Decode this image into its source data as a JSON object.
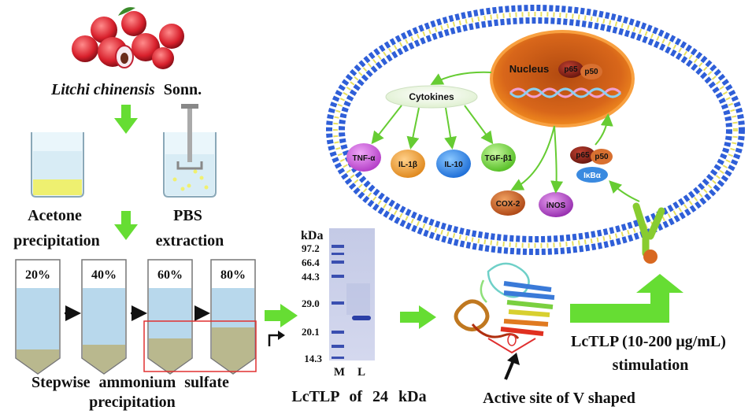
{
  "source": {
    "species": "Litchi chinensis",
    "authority": "Sonn."
  },
  "steps": {
    "acetone": [
      "Acetone",
      "precipitation"
    ],
    "pbs": [
      "PBS",
      "extraction"
    ],
    "ammonium": [
      "Stepwise ammonium sulfate",
      "precipitation"
    ]
  },
  "tubes": [
    "20%",
    "40%",
    "60%",
    "80%"
  ],
  "gel": {
    "unit": "kDa",
    "markers": [
      "97.2",
      "66.4",
      "44.3",
      "29.0",
      "20.1",
      "14.3"
    ],
    "lanes": [
      "M",
      "L"
    ],
    "caption": "LcTLP of 24 kDa"
  },
  "structure": {
    "caption": "Active site of V shaped"
  },
  "stimulation": [
    "LcTLP (10-200 μg/mL)",
    "stimulation"
  ],
  "cell": {
    "nucleus": "Nucleus",
    "p65": "p65",
    "p50": "p50",
    "ikb": "IκBα",
    "cytokines_label": "Cytokines",
    "cytokines": [
      "TNF-α",
      "IL-1β",
      "IL-10",
      "TGF-β1"
    ],
    "mediators": [
      "COX-2",
      "iNOS"
    ]
  },
  "colors": {
    "arrow_green": "#66dd33",
    "membrane_blue": "#2f5fd8",
    "membrane_yellow": "#e8e060",
    "nucleus": "#f08a1e",
    "gel": "#c9cfe8",
    "band": "#3a4fb0",
    "tube_liquid": "#b8d8ec",
    "pellet": "#b9b88e",
    "highlight_box": "#e03030"
  }
}
